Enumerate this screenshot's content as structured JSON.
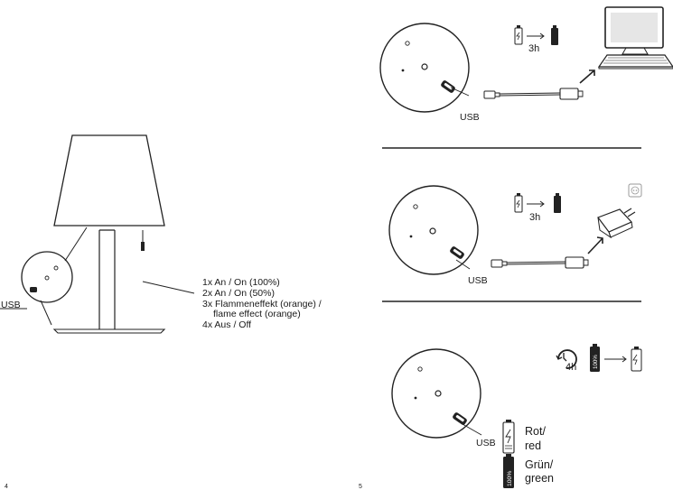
{
  "left_page": {
    "usb_label": "USB",
    "legend": [
      "1x An / On (100%)",
      "2x An / On (50%)",
      "3x Flammeneffekt (orange) /",
      "flame effect (orange)",
      "4x Aus / Off"
    ],
    "page_number": "4"
  },
  "right_page": {
    "panel1": {
      "usb_label": "USB",
      "duration": "3h"
    },
    "panel2": {
      "usb_label": "USB",
      "duration": "3h"
    },
    "panel3": {
      "usb_label": "USB",
      "duration": "4h",
      "battery_full_label": "100%",
      "status_red_line1": "Rot/",
      "status_red_line2": "red",
      "status_green_line1": "Grün/",
      "status_green_line2": "green"
    },
    "page_number": "5"
  },
  "icons": [
    "lamp-illustration",
    "usb-port-icon",
    "battery-empty-icon",
    "battery-full-icon",
    "monitor-icon",
    "keyboard-icon",
    "usb-cable-icon",
    "wall-adapter-icon",
    "socket-icon",
    "timer-icon",
    "arrow-icon"
  ]
}
